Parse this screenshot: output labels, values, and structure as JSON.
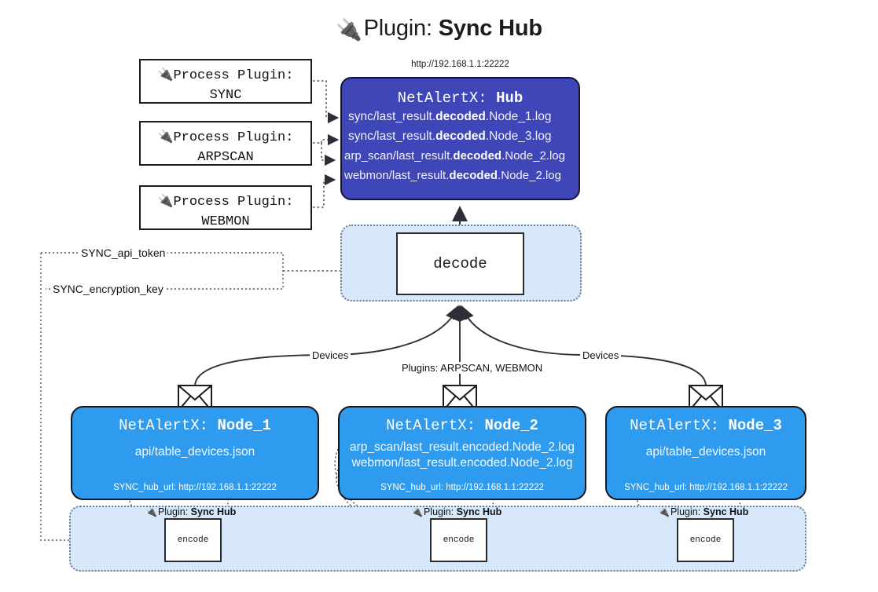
{
  "page": {
    "title_prefix": "Plugin:",
    "title_name": "Sync Hub",
    "plug_icon": "🔌",
    "icon_names": [
      "plug-icon",
      "envelope-icon"
    ]
  },
  "colors": {
    "hub_fill": "#3f46b8",
    "node_fill": "#2f9bef",
    "panel_fill": "#d6e8fa",
    "box_stroke": "#2b2b2b",
    "page_bg": "#ffffff"
  },
  "process_plugins": [
    {
      "label": "Process Plugin:",
      "name": "SYNC"
    },
    {
      "label": "Process Plugin:",
      "name": "ARPSCAN"
    },
    {
      "label": "Process Plugin:",
      "name": "WEBMON"
    }
  ],
  "hub": {
    "url": "http://192.168.1.1:22222",
    "title_prefix": "NetAlertX:",
    "title_name": "Hub",
    "logs": [
      {
        "pre": "sync/last_result.",
        "mid": "decoded",
        "post": ".Node_1.log"
      },
      {
        "pre": "sync/last_result.",
        "mid": "decoded",
        "post": ".Node_3.log"
      },
      {
        "pre": "arp_scan/last_result.",
        "mid": "decoded",
        "post": ".Node_2.log"
      },
      {
        "pre": "webmon/last_result.",
        "mid": "decoded",
        "post": ".Node_2.log"
      }
    ]
  },
  "decode": {
    "label": "decode"
  },
  "tokens": [
    {
      "label": "SYNC_api_token"
    },
    {
      "label": "SYNC_encryption_key"
    }
  ],
  "edge_labels": {
    "devices_left": "Devices",
    "devices_right": "Devices",
    "plugins_center": "Plugins: ARPSCAN, WEBMON"
  },
  "nodes": [
    {
      "title_prefix": "NetAlertX:",
      "title_name": "Node_1",
      "lines": [
        "api/table_devices.json"
      ],
      "url_label": "SYNC_hub_url:",
      "url_value": "http://192.168.1.1:22222"
    },
    {
      "title_prefix": "NetAlertX:",
      "title_name": "Node_2",
      "lines": [
        "arp_scan/last_result.encoded.Node_2.log",
        "webmon/last_result.encoded.Node_2.log"
      ],
      "url_label": "SYNC_hub_url:",
      "url_value": "http://192.168.1.1:22222"
    },
    {
      "title_prefix": "NetAlertX:",
      "title_name": "Node_3",
      "lines": [
        "api/table_devices.json"
      ],
      "url_label": "SYNC_hub_url:",
      "url_value": "http://192.168.1.1:22222"
    }
  ],
  "encoders": [
    {
      "caption_prefix": "Plugin:",
      "caption_name": "Sync Hub",
      "label": "encode"
    },
    {
      "caption_prefix": "Plugin:",
      "caption_name": "Sync Hub",
      "label": "encode"
    },
    {
      "caption_prefix": "Plugin:",
      "caption_name": "Sync Hub",
      "label": "encode"
    }
  ]
}
